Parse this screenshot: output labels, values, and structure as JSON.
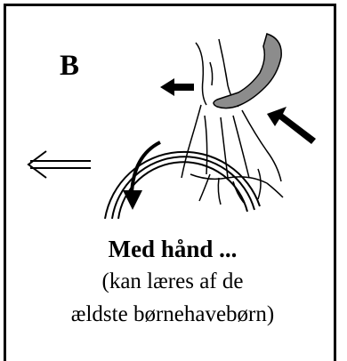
{
  "figure": {
    "panel_letter": "B",
    "caption_title": "Med hånd ...",
    "caption_line1": "(kan læres af de",
    "caption_line2": "ældste børnehavebørn)"
  },
  "icons": {
    "direction_arrow_outline": "outline-left-arrow-icon",
    "push_arrow_small": "small-left-arrow-icon",
    "push_arrow_diagonal": "diagonal-push-arrow-icon",
    "wheel_rotation_arrow": "curved-rotation-arrow-icon"
  },
  "colors": {
    "ink": "#000000",
    "hand_fill": "#8c8c8c",
    "background": "#ffffff"
  }
}
